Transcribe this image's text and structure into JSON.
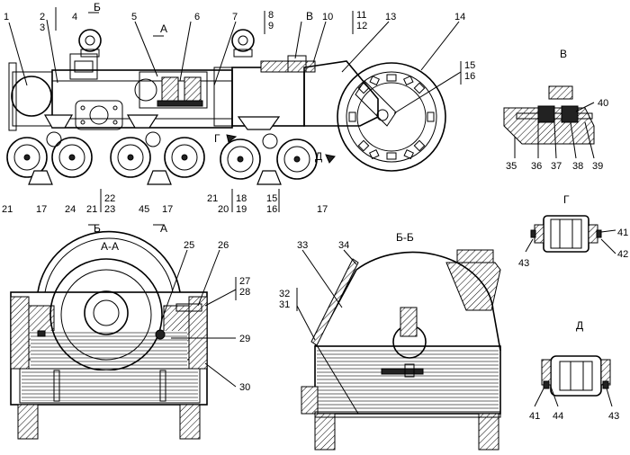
{
  "callouts": {
    "main": [
      "1",
      "2",
      "3",
      "4",
      "5",
      "6",
      "7",
      "8",
      "9",
      "10",
      "11",
      "12",
      "13",
      "14",
      "15",
      "16",
      "17",
      "18",
      "19",
      "20",
      "21",
      "22",
      "23",
      "24",
      "45"
    ],
    "bottom_row": [
      "21",
      "17",
      "24",
      "21",
      "22",
      "23",
      "45",
      "17",
      "21",
      "20",
      "18",
      "19",
      "15",
      "16",
      "17"
    ],
    "aa": [
      "25",
      "26",
      "27",
      "28",
      "29",
      "30"
    ],
    "bb": [
      "31",
      "32",
      "33",
      "34"
    ],
    "v": [
      "35",
      "36",
      "37",
      "38",
      "39",
      "40"
    ],
    "g": [
      "41",
      "42",
      "43"
    ],
    "d": [
      "41",
      "44",
      "43"
    ]
  },
  "section_letters": {
    "b_top": "Б",
    "a_top": "А",
    "v_mark": "В",
    "g_mark": "Г",
    "d_mark": "Д",
    "b_bottom": "Б",
    "a_bottom": "А"
  },
  "view_titles": {
    "aa": "А-А",
    "bb": "Б-Б",
    "v": "В",
    "g": "Г",
    "d": "Д"
  }
}
